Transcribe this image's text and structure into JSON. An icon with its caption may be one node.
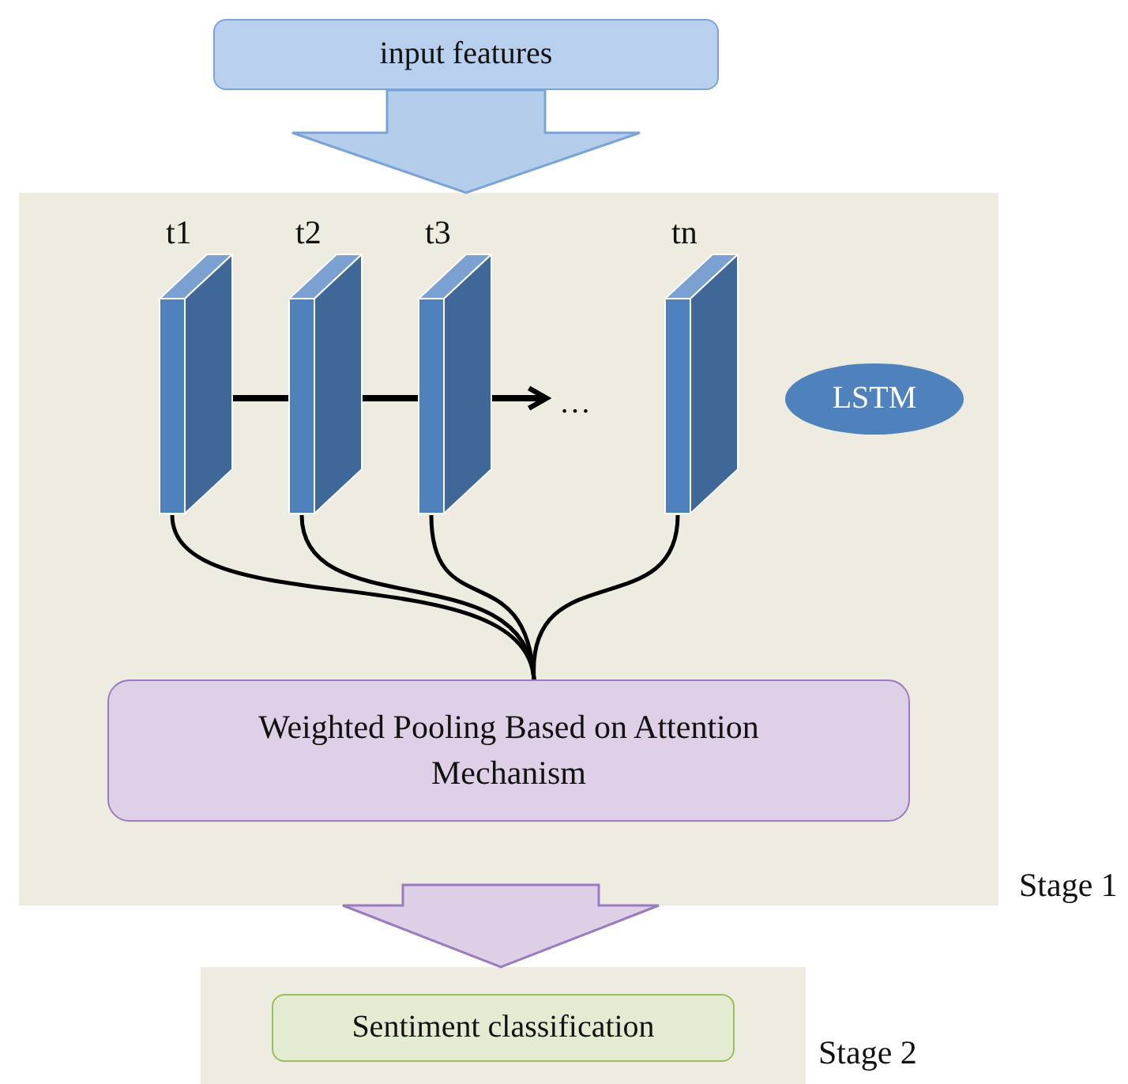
{
  "diagram": {
    "nodes": [
      {
        "text": [
          "input features"
        ]
      },
      {
        "text": [],
        "shape": "box",
        "beside": [
          "Stage 1"
        ]
      },
      {
        "text": [
          "t1"
        ],
        "in": 1
      },
      {
        "text": [
          "t2"
        ],
        "in": 1
      },
      {
        "text": [
          "t3"
        ],
        "in": 1
      },
      {
        "text": [
          "tn"
        ],
        "in": 1
      },
      {
        "text": [
          "…"
        ],
        "in": 1
      },
      {
        "text": [
          "LSTM"
        ],
        "in": 1
      },
      {
        "text": [
          "Weighted Pooling Based on Attention Mechanism"
        ],
        "in": 1
      },
      {
        "text": [],
        "shape": "box",
        "beside": [
          "Stage 2"
        ]
      },
      {
        "text": [
          "Sentiment classification"
        ],
        "in": 9
      }
    ],
    "edges": [
      {
        "from": 0,
        "to": 1,
        "arrow": "to",
        "style": "thick",
        "color": "#b4cdeb"
      },
      {
        "from": 2,
        "to": 3,
        "arrow": "none"
      },
      {
        "from": 3,
        "to": 4,
        "arrow": "none"
      },
      {
        "from": 4,
        "to": 6,
        "arrow": "to"
      },
      {
        "from": 2,
        "to": 8,
        "arrow": "none"
      },
      {
        "from": 3,
        "to": 8,
        "arrow": "none"
      },
      {
        "from": 4,
        "to": 8,
        "arrow": "none"
      },
      {
        "from": 5,
        "to": 8,
        "arrow": "none"
      },
      {
        "from": 1,
        "to": 9,
        "arrow": "to",
        "style": "thick",
        "color": "#dccfe6"
      }
    ]
  }
}
